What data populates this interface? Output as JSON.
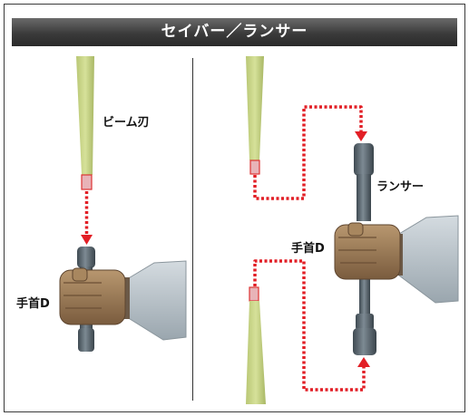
{
  "header": {
    "title": "セイバー／ランサー"
  },
  "left_panel": {
    "beam_blade_label": "ビーム刃",
    "hand_label": "手首D"
  },
  "right_panel": {
    "lancer_label": "ランサー",
    "hand_label": "手首D"
  },
  "colors": {
    "blade": "#c9d68a",
    "blade_dark": "#a8b86a",
    "arrow": "#e21f26",
    "hilt": "#5d6a73",
    "hand": "#9a7a5a",
    "arm": "#b9c3ca"
  }
}
